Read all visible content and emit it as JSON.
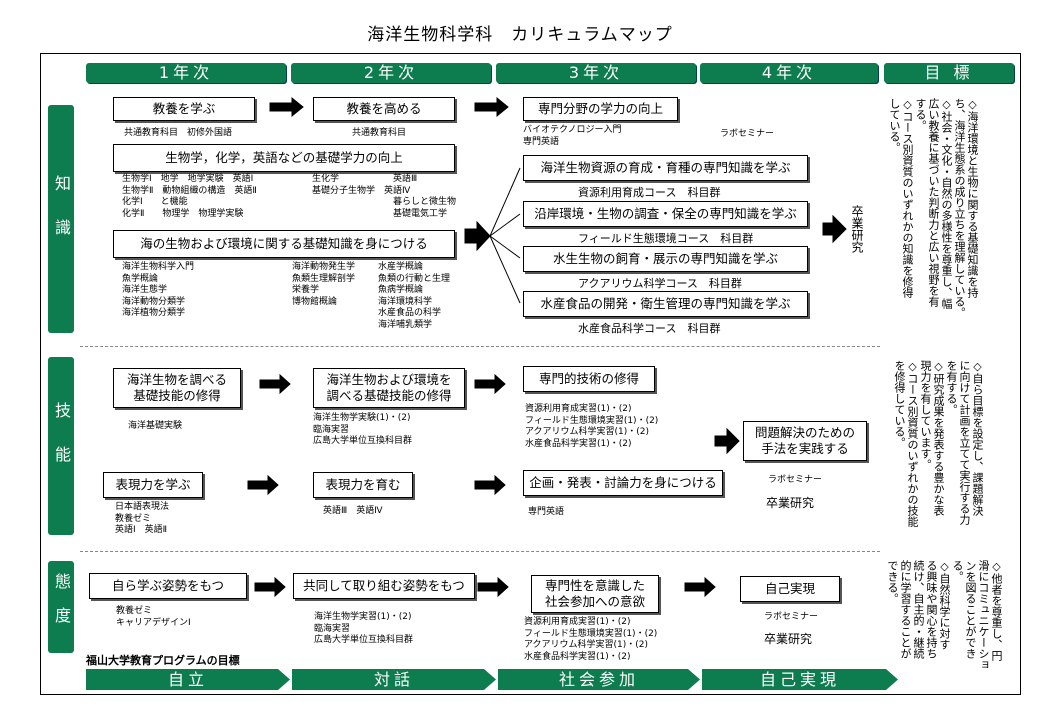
{
  "title": "海洋生物科学科　カリキュラムマップ",
  "headers": [
    "1年次",
    "2年次",
    "3年次",
    "4年次",
    "目 標"
  ],
  "footer": {
    "program_label": "福山大学教育プログラムの目標",
    "stages": [
      "自立",
      "対話",
      "社会参加",
      "自己実現"
    ]
  },
  "side": [
    "知識",
    "技能",
    "態度"
  ],
  "knowledge": {
    "b1": "教養を学ぶ",
    "b1_sub": "共通教育科目　初修外国語",
    "b2": "教養を高める",
    "b2_sub": "共通教育科目",
    "b3": "専門分野の学力の向上",
    "b3_sub": [
      "バイオテクノロジー入門",
      "専門英語"
    ],
    "b3_side": "ラボセミナー",
    "b4": "生物学，化学，英語などの基礎学力の向上",
    "b4_sub_a": [
      "生物学Ⅰ　地学　地学実験　英語Ⅰ",
      "生物学Ⅱ　動物組織の構造　英語Ⅱ",
      "化学Ⅰ　　と機能",
      "化学Ⅱ　　物理学　物理学実験"
    ],
    "b4_sub_b": [
      "生化学　　　　　　英語Ⅲ",
      "基礎分子生物学　英語Ⅳ",
      "　　　　　　　　　暮らしと微生物",
      "　　　　　　　　　基礎電気工学"
    ],
    "b5": "海の生物および環境に関する基礎知識を身につける",
    "b5_sub_a": [
      "海洋生物科学入門",
      "魚学概論",
      "海洋生態学",
      "海洋動物分類学",
      "海洋植物分類学"
    ],
    "b5_sub_b": [
      "海洋動物発生学",
      "魚類生理解剖学",
      "栄養学",
      "博物館概論"
    ],
    "b5_sub_c": [
      "水産学概論",
      "魚類の行動と生理",
      "魚病学概論",
      "海洋環境科学",
      "水産食品の科学",
      "海洋哺乳類学"
    ],
    "c1": "海洋生物資源の育成・育種の専門知識を学ぶ",
    "c1_sub": "資源利用育成コース　科目群",
    "c2": "沿岸環境・生物の調査・保全の専門知識を学ぶ",
    "c2_sub": "フィールド生態環境コース　科目群",
    "c3": "水生生物の飼育・展示の専門知識を学ぶ",
    "c3_sub": "アクアリウム科学コース　科目群",
    "c4": "水産食品の開発・衛生管理の専門知識を学ぶ",
    "c4_sub": "水産食品科学コース　科目群",
    "grad": "卒業研究"
  },
  "skills": {
    "b1": "海洋生物を調べる\n基礎技能の修得",
    "b1_sub": "海洋基礎実験",
    "b2": "海洋生物および環境を\n調べる基礎技能の修得",
    "b2_sub": [
      "海洋生物学実験(1)・(2)",
      "臨海実習",
      "広島大学単位互換科目群"
    ],
    "b3": "専門的技術の修得",
    "b3_sub": [
      "資源利用育成実習(1)・(2)",
      "フィールド生態環境実習(1)・(2)",
      "アクアリウム科学実習(1)・(2)",
      "水産食品科学実習(1)・(2)"
    ],
    "b4": "問題解決のための\n手法を実践する",
    "b4_sub": "ラボセミナー",
    "b4_sub2": "卒業研究",
    "e1": "表現力を学ぶ",
    "e1_sub": [
      "日本語表現法",
      "教養ゼミ",
      "英語Ⅰ　英語Ⅱ"
    ],
    "e2": "表現力を育む",
    "e2_sub": "英語Ⅲ　英語Ⅳ",
    "e3": "企画・発表・討論力を身につける",
    "e3_sub": "専門英語"
  },
  "attitude": {
    "b1": "自ら学ぶ姿勢をもつ",
    "b1_sub": [
      "教養ゼミ",
      "キャリアデザインⅠ"
    ],
    "b2": "共同して取り組む姿勢をもつ",
    "b2_sub": [
      "海洋生物学実習(1)・(2)",
      "臨海実習",
      "広島大学単位互換科目群"
    ],
    "b3": "専門性を意識した\n社会参加への意欲",
    "b3_sub": [
      "資源利用育成実習(1)・(2)",
      "フィールド生態環境実習(1)・(2)",
      "アクアリウム科学実習(1)・(2)",
      "水産食品科学実習(1)・(2)"
    ],
    "b4": "自己実現",
    "b4_sub": "ラボセミナー",
    "b4_sub2": "卒業研究"
  },
  "goals": {
    "knowledge": [
      "◇海洋環境と生物に関する基礎知識を持",
      "ち、海洋生態系の成り立ちを理解している。",
      "◇社会・文化・自然の多様性を尊重し、幅",
      "広い教養に基づいた判断力と広い視野を有",
      "する。",
      "◇コース別資質のいずれかの知識を修得",
      "している。"
    ],
    "skills": [
      "◇自ら目標を設定し、課題解決",
      "に向けて計画を立てて実行する力",
      "を有する。",
      "◇研究成果を発表する豊かな表",
      "現力を有しています。",
      "◇コース別資質のいずれかの技能",
      "を修得している。"
    ],
    "attitude": [
      "◇他者を尊重し、円",
      "滑にコミュニケーショ",
      "ンを図ることができ",
      "る。",
      "◇自然科学に対す",
      "る興味や関心を持ち",
      "続け、自主的・継続",
      "的に学習することが",
      "できる。"
    ]
  },
  "colors": {
    "accent": "#0d7c4e"
  }
}
